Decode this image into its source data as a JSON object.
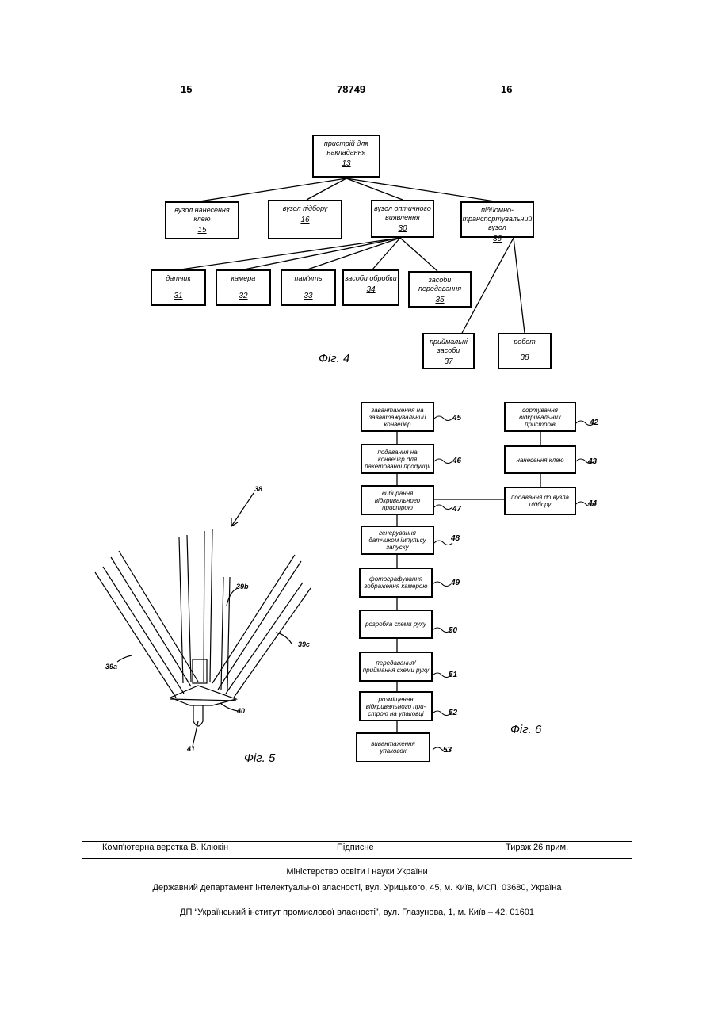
{
  "header": {
    "left_page": "15",
    "patent_number": "78749",
    "right_page": "16"
  },
  "fig4": {
    "label": "Фіг. 4",
    "root": {
      "text": "пристрій для накладання",
      "num": "13"
    },
    "level1": [
      {
        "text": "вузол нанесення клею",
        "num": "15"
      },
      {
        "text": "вузол підбору",
        "num": "16"
      },
      {
        "text": "вузол оптичного виявлення",
        "num": "30"
      },
      {
        "text": "підйомно-транспортувальний вузол",
        "num": "36"
      }
    ],
    "level2": [
      {
        "text": "датчик",
        "num": "31"
      },
      {
        "text": "камера",
        "num": "32"
      },
      {
        "text": "пам'ять",
        "num": "33"
      },
      {
        "text": "засоби обробки",
        "num": "34"
      },
      {
        "text": "засоби передавання",
        "num": "35"
      }
    ],
    "level3": [
      {
        "text": "приймальні засоби",
        "num": "37"
      },
      {
        "text": "робот",
        "num": "38"
      }
    ]
  },
  "fig5": {
    "label": "Фіг. 5",
    "refs": [
      "38",
      "39b",
      "39c",
      "39a",
      "40",
      "41"
    ]
  },
  "fig6": {
    "label": "Фіг. 6",
    "left_steps": [
      {
        "text": "завантаження на завантажувальний конвейєр",
        "num": "45"
      },
      {
        "text": "подавання на конвейєр для пакетованої продукції",
        "num": "46"
      },
      {
        "text": "вибирання відкривального пристрою",
        "num": "47"
      },
      {
        "text": "генерування датчиком імпульсу запуску",
        "num": "48"
      },
      {
        "text": "фотографування зображення камерою",
        "num": "49"
      },
      {
        "text": "розробка схеми руху",
        "num": "50"
      },
      {
        "text": "передавання/ приймання схеми руху",
        "num": "51"
      },
      {
        "text": "розміщення відкривального при-строю на упаковці",
        "num": "52"
      },
      {
        "text": "вивантаження упаковок",
        "num": "53"
      }
    ],
    "right_steps": [
      {
        "text": "сортування відкривальних пристроїв",
        "num": "42"
      },
      {
        "text": "нанесення клею",
        "num": "43"
      },
      {
        "text": "подавання до вузла підбору",
        "num": "44"
      }
    ]
  },
  "footer": {
    "typesetting": "Комп'ютерна верстка В. Клюкін",
    "signed": "Підписне",
    "circulation": "Тираж 26 прим.",
    "ministry": "Міністерство освіти і науки України",
    "department": "Державний департамент інтелектуальної власності, вул. Урицького, 45, м. Київ, МСП, 03680, Україна",
    "institute": "ДП “Український інститут промислової власності”, вул. Глазунова, 1, м. Київ – 42, 01601"
  }
}
